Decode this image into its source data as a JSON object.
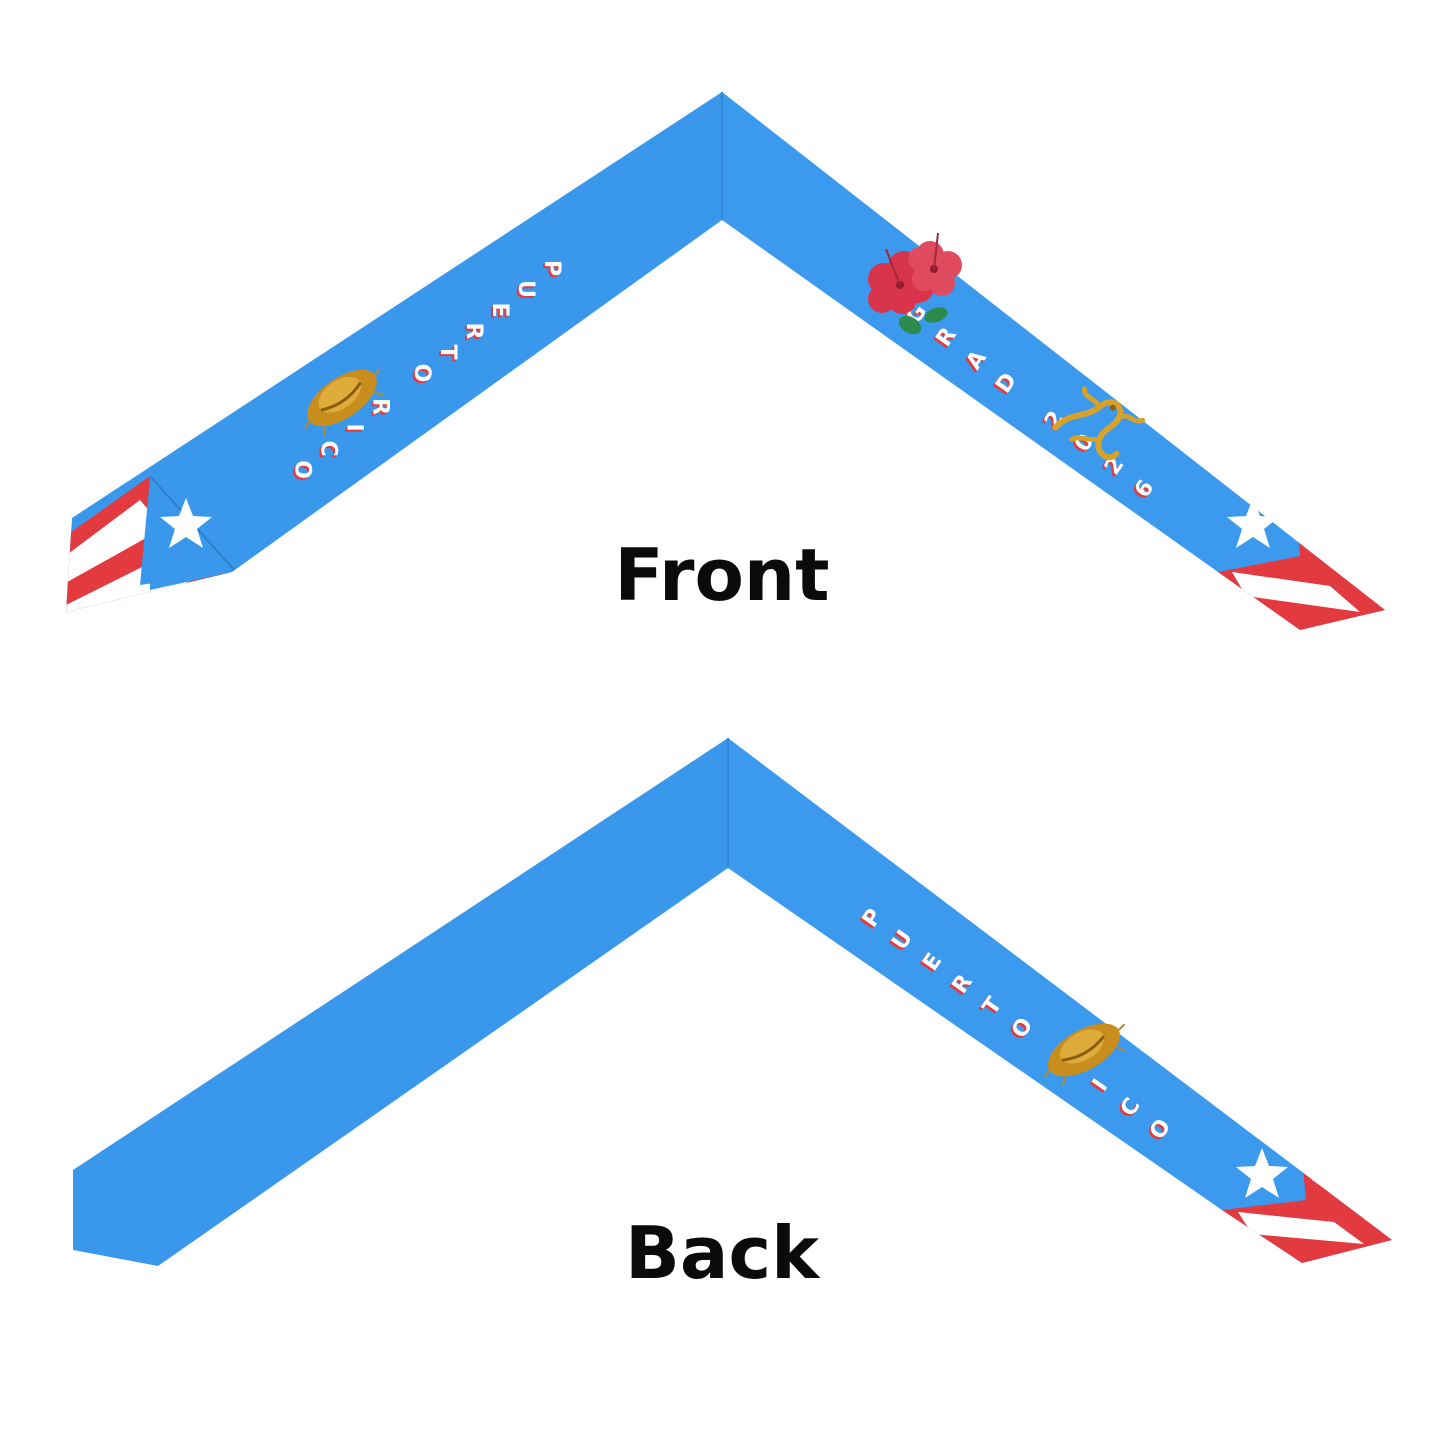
{
  "colors": {
    "sash_blue": "#3a98ec",
    "sash_blue_dark": "#3189d8",
    "flag_red": "#e23a3f",
    "flag_white": "#ffffff",
    "star": "#ffffff",
    "gold": "#d7a22a",
    "hibiscus": "#d8344b",
    "leaf": "#2c8a4c",
    "caption": "#0b0b0b"
  },
  "front": {
    "caption": "Front",
    "left_text": "PUERTO RICO",
    "right_text": "GRAD 2026",
    "left_icons": [
      "straw-hat-icon",
      "star-icon"
    ],
    "right_icons": [
      "hibiscus-icon",
      "coqui-frog-icon",
      "star-icon"
    ]
  },
  "back": {
    "caption": "Back",
    "right_text": "PUERTO RICO",
    "right_icons": [
      "straw-hat-icon",
      "star-icon"
    ]
  }
}
